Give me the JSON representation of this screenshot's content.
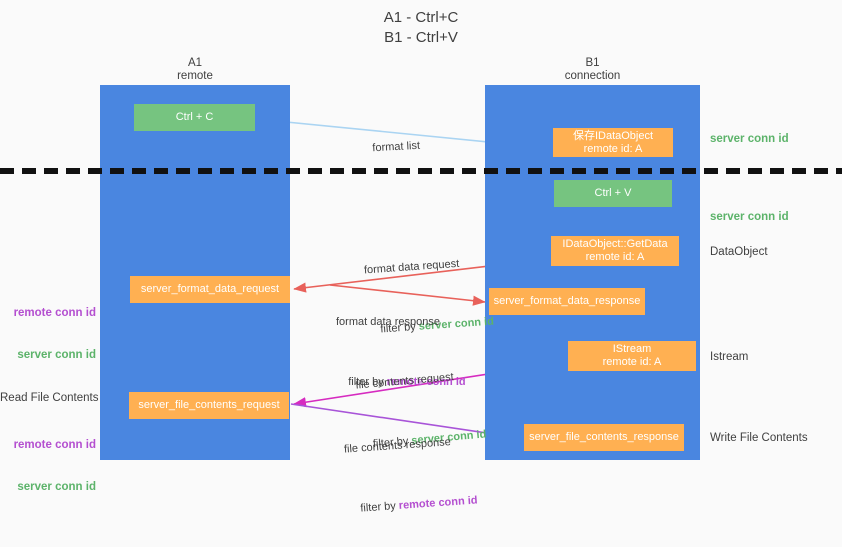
{
  "title": "A1 - Ctrl+C\nB1 - Ctrl+V",
  "columns": {
    "left": {
      "name": "A1",
      "role": "remote",
      "header": "A1\nremote"
    },
    "right": {
      "name": "B1",
      "role": "connection",
      "header": "B1\nconnection"
    }
  },
  "colors": {
    "panel": "#4a86e0",
    "green_node": "#76c480",
    "orange_node": "#ffb052",
    "green_text": "#5cb36a",
    "purple_text": "#b44fd0",
    "arrow_blue": "#aad4f2",
    "arrow_red": "#e8615a",
    "arrow_magenta": "#d62bc0",
    "arrow_purple": "#a854d8",
    "arrow_black": "#111111",
    "background": "#fafafa"
  },
  "nodes": {
    "ctrl_c": {
      "label": "Ctrl + C",
      "type": "green"
    },
    "save_dataobject": {
      "line1": "保存IDataObject",
      "line2": "remote id: A",
      "type": "orange"
    },
    "ctrl_v": {
      "label": "Ctrl + V",
      "type": "green"
    },
    "getdata": {
      "line1": "IDataObject::GetData",
      "line2": "remote id: A",
      "type": "orange"
    },
    "server_format_data_request": {
      "label": "server_format_data_request",
      "type": "orange"
    },
    "server_format_data_response": {
      "label": "server_format_data_response",
      "type": "orange"
    },
    "istream": {
      "line1": "IStream",
      "line2": "remote id: A",
      "type": "orange"
    },
    "server_file_contents_request": {
      "label": "server_file_contents_request",
      "type": "orange"
    },
    "server_file_contents_response": {
      "label": "server_file_contents_response",
      "type": "orange"
    }
  },
  "edge_labels": {
    "format_list": {
      "line1": "format list",
      "line2": ""
    },
    "format_data_request": {
      "line1": "format data request",
      "prefix": "filter by ",
      "highlight": "server conn id",
      "highlight_color": "green"
    },
    "format_data_response": {
      "line1": "format data response",
      "prefix": "filter by ",
      "highlight": "remote conn id",
      "highlight_color": "purple"
    },
    "file_contents_request": {
      "line1": "file contents request",
      "prefix": "filter by ",
      "highlight": "server conn id",
      "highlight_color": "green"
    },
    "file_contents_response": {
      "line1": "file contents response",
      "prefix": "filter by ",
      "highlight": "remote conn id",
      "highlight_color": "purple"
    }
  },
  "right_notes": {
    "server_conn_id_top": "server conn id",
    "server_conn_id_mid": "server conn id",
    "dataobject": "DataObject",
    "istream": "Istream",
    "write_file_contents": "Write File Contents"
  },
  "left_notes": {
    "remote_conn_id_1": "remote conn id",
    "server_conn_id_1": "server conn id",
    "read_file_contents": "Read File Contents",
    "remote_conn_id_2": "remote conn id",
    "server_conn_id_2": "server conn id"
  }
}
